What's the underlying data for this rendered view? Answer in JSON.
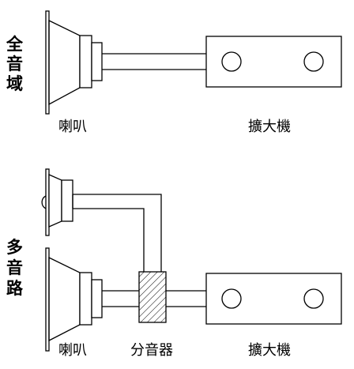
{
  "top_diagram": {
    "side_label": [
      "全",
      "音",
      "域"
    ],
    "speaker_label": "喇叭",
    "amplifier_label": "擴大機"
  },
  "bottom_diagram": {
    "side_label": [
      "多",
      "音",
      "路"
    ],
    "speaker_label": "喇叭",
    "crossover_label": "分音器",
    "amplifier_label": "擴大機"
  },
  "colors": {
    "line": "#000000",
    "background": "#ffffff"
  }
}
